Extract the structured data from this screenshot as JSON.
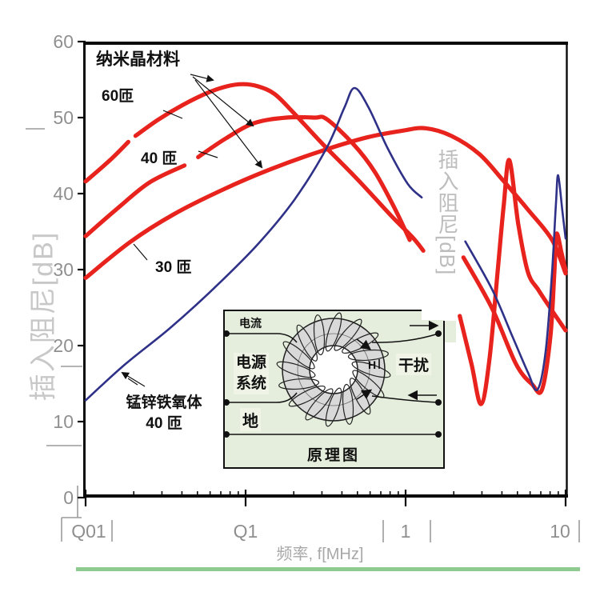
{
  "figure": {
    "y_axis": {
      "title": "插入阻尼[dB]",
      "ticks": [
        60,
        50,
        40,
        30,
        20,
        10,
        0
      ],
      "min": 0,
      "max": 60
    },
    "x_axis": {
      "title": "频率, f[MHz]",
      "scale": "log",
      "min": 0.01,
      "max": 10,
      "decades": [
        0.01,
        0.1,
        1,
        10
      ],
      "tick_labels": [
        "Q01",
        "Q1",
        "1",
        "10"
      ]
    },
    "right_watermark": "插入阻尼[dB]",
    "colors": {
      "nano_red": "#e8221c",
      "ferrite_blue": "#2e3187",
      "axis": "#0a0a0a",
      "tick_text": "#8f8f8f",
      "watermark": "#c8c8c8",
      "underline_green": "#8fcb90",
      "inset_bg": "#e5eedc",
      "toroid_gray": "#d9d9d9"
    },
    "annotations": {
      "material_label": "纳米晶材料",
      "turns_60": "60匝",
      "turns_40": "40 匝",
      "turns_30": "30 匝",
      "ferrite_line1": "锰锌铁氧体",
      "ferrite_line2": "40 匝"
    }
  },
  "inset": {
    "current": "电流",
    "power_line1": "电源",
    "power_line2": "系统",
    "ground": "地",
    "interference": "干扰",
    "field": "H",
    "title": "原理图"
  },
  "chart_data": {
    "type": "line",
    "title": "",
    "xlabel": "频率, f[MHz]",
    "ylabel": "插入阻尼[dB]",
    "xlim": [
      0.01,
      10
    ],
    "ylim": [
      0,
      60
    ],
    "x_unit": "MHz",
    "y_unit": "dB",
    "series": [
      {
        "name": "纳米晶材料 60匝",
        "color": "#e8221c",
        "width": 5.2,
        "segments": [
          [
            [
              0.01,
              41.6
            ],
            [
              0.0142,
              44.4
            ],
            [
              0.0185,
              46.8
            ]
          ],
          [
            [
              0.0205,
              47.6
            ],
            [
              0.0283,
              49.7
            ],
            [
              0.04,
              51.6
            ],
            [
              0.057,
              53.2
            ],
            [
              0.076,
              54.1
            ],
            [
              0.096,
              54.4
            ],
            [
              0.12,
              54.1
            ],
            [
              0.152,
              53.1
            ],
            [
              0.198,
              50.7
            ],
            [
              0.304,
              46.5
            ],
            [
              0.494,
              42.0
            ],
            [
              0.812,
              37.1
            ],
            [
              1.11,
              34.2
            ],
            [
              1.29,
              32.5
            ]
          ],
          [
            [
              2.18,
              23.9
            ],
            [
              2.58,
              17.6
            ],
            [
              2.96,
              12.3
            ],
            [
              3.34,
              18.1
            ],
            [
              3.76,
              29.7
            ],
            [
              4.11,
              38.6
            ],
            [
              4.45,
              44.4
            ],
            [
              5.06,
              36.0
            ],
            [
              5.81,
              29.7
            ],
            [
              6.77,
              27.3
            ],
            [
              8.23,
              24.6
            ],
            [
              10.0,
              22.0
            ]
          ]
        ]
      },
      {
        "name": "纳米晶材料 40匝",
        "color": "#e8221c",
        "width": 5.2,
        "segments": [
          [
            [
              0.01,
              34.4
            ],
            [
              0.0159,
              38.1
            ],
            [
              0.0252,
              41.5
            ],
            [
              0.0415,
              43.7
            ]
          ],
          [
            [
              0.0505,
              44.8
            ],
            [
              0.0757,
              47.3
            ],
            [
              0.114,
              49.3
            ],
            [
              0.18,
              50.0
            ],
            [
              0.27,
              50.0
            ],
            [
              0.321,
              49.8
            ],
            [
              0.472,
              46.5
            ],
            [
              0.644,
              42.8
            ],
            [
              0.862,
              37.9
            ],
            [
              1.06,
              33.9
            ]
          ],
          [
            [
              2.3,
              31.6
            ],
            [
              3.47,
              24.9
            ],
            [
              4.89,
              17.6
            ],
            [
              6.17,
              14.9
            ],
            [
              7.12,
              14.2
            ],
            [
              8.04,
              21.3
            ],
            [
              8.51,
              29.7
            ],
            [
              8.77,
              34.7
            ],
            [
              9.43,
              32.2
            ],
            [
              10.0,
              29.9
            ]
          ]
        ]
      },
      {
        "name": "纳米晶材料 30匝",
        "color": "#e8221c",
        "width": 5.2,
        "segments": [
          [
            [
              0.01,
              28.9
            ],
            [
              0.0189,
              33.6
            ],
            [
              0.0357,
              37.3
            ],
            [
              0.0717,
              40.5
            ],
            [
              0.143,
              43.2
            ],
            [
              0.287,
              45.5
            ],
            [
              0.575,
              47.4
            ],
            [
              0.968,
              48.3
            ],
            [
              1.33,
              48.6
            ],
            [
              1.93,
              47.6
            ],
            [
              2.89,
              45.2
            ],
            [
              4.08,
              41.7
            ],
            [
              5.81,
              37.9
            ],
            [
              8.23,
              33.9
            ],
            [
              10.0,
              29.5
            ]
          ]
        ]
      },
      {
        "name": "锰锌铁氧体 40匝",
        "color": "#2e3187",
        "width": 2.6,
        "segments": [
          [
            [
              0.01,
              12.8
            ],
            [
              0.0178,
              17.6
            ],
            [
              0.0337,
              22.3
            ],
            [
              0.0638,
              27.6
            ],
            [
              0.12,
              33.4
            ],
            [
              0.202,
              39.2
            ],
            [
              0.321,
              46.0
            ],
            [
              0.414,
              51.3
            ],
            [
              0.48,
              53.9
            ],
            [
              0.588,
              51.3
            ],
            [
              0.771,
              46.0
            ],
            [
              1.03,
              41.3
            ],
            [
              1.26,
              39.5
            ]
          ],
          [
            [
              2.36,
              33.7
            ],
            [
              3.47,
              27.4
            ],
            [
              4.63,
              21.3
            ],
            [
              5.81,
              16.5
            ],
            [
              6.67,
              14.2
            ],
            [
              7.5,
              19.2
            ],
            [
              8.23,
              29.7
            ],
            [
              8.7,
              38.6
            ],
            [
              8.98,
              42.4
            ],
            [
              9.56,
              37.6
            ],
            [
              10.0,
              34.1
            ]
          ]
        ]
      }
    ],
    "legend": "none",
    "grid": false
  }
}
